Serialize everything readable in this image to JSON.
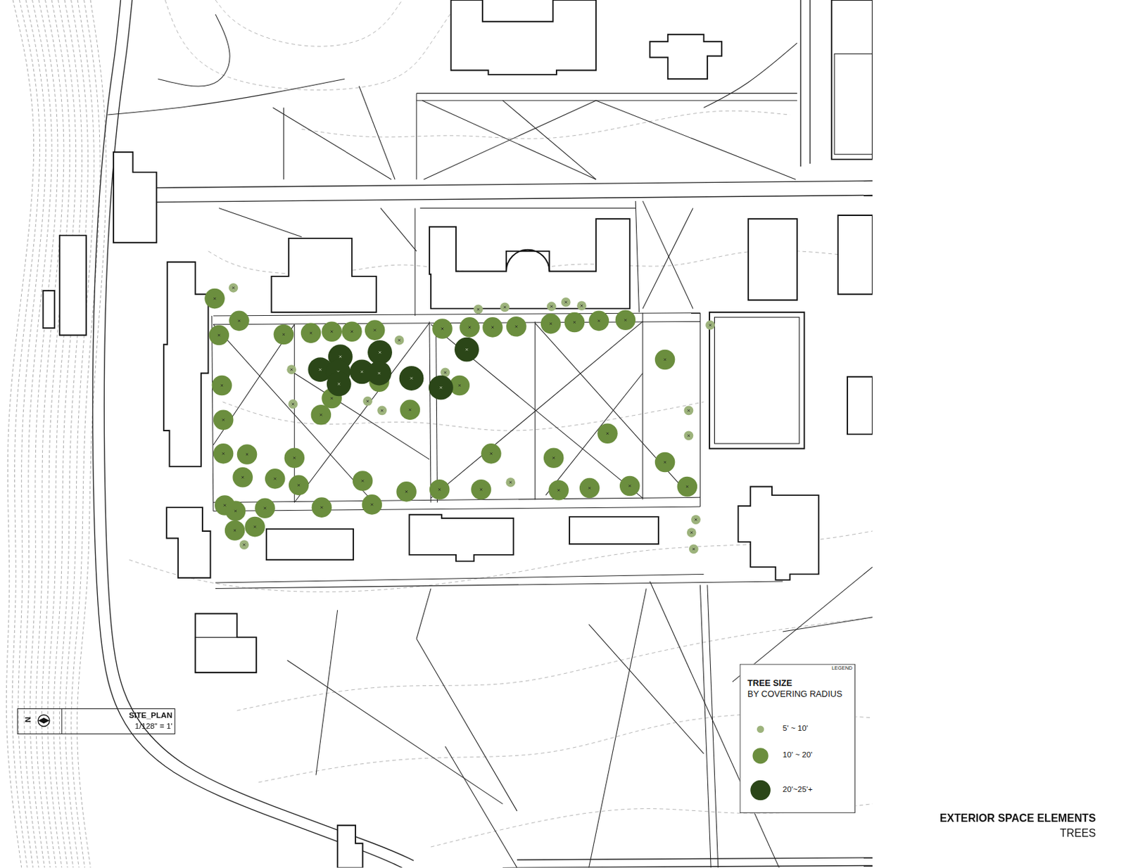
{
  "diagram": {
    "title": "EXTERIOR SPACE ELEMENTS",
    "caption": "TREES",
    "nodes": [
      {
        "text": [
          "SITE_PLAN",
          "1/128\" = 1'"
        ]
      },
      {
        "text": [
          "LEGEND",
          "TREE SIZE",
          "BY COVERING RADIUS"
        ]
      }
    ],
    "labels": [
      "N"
    ],
    "legend": [
      {
        "text": "5' ~ 10'",
        "color": "#9db37c"
      },
      {
        "text": "10' ~ 20'",
        "color": "#6b8e3e"
      },
      {
        "text": "20'~25'+",
        "color": "#2b4618"
      }
    ]
  }
}
